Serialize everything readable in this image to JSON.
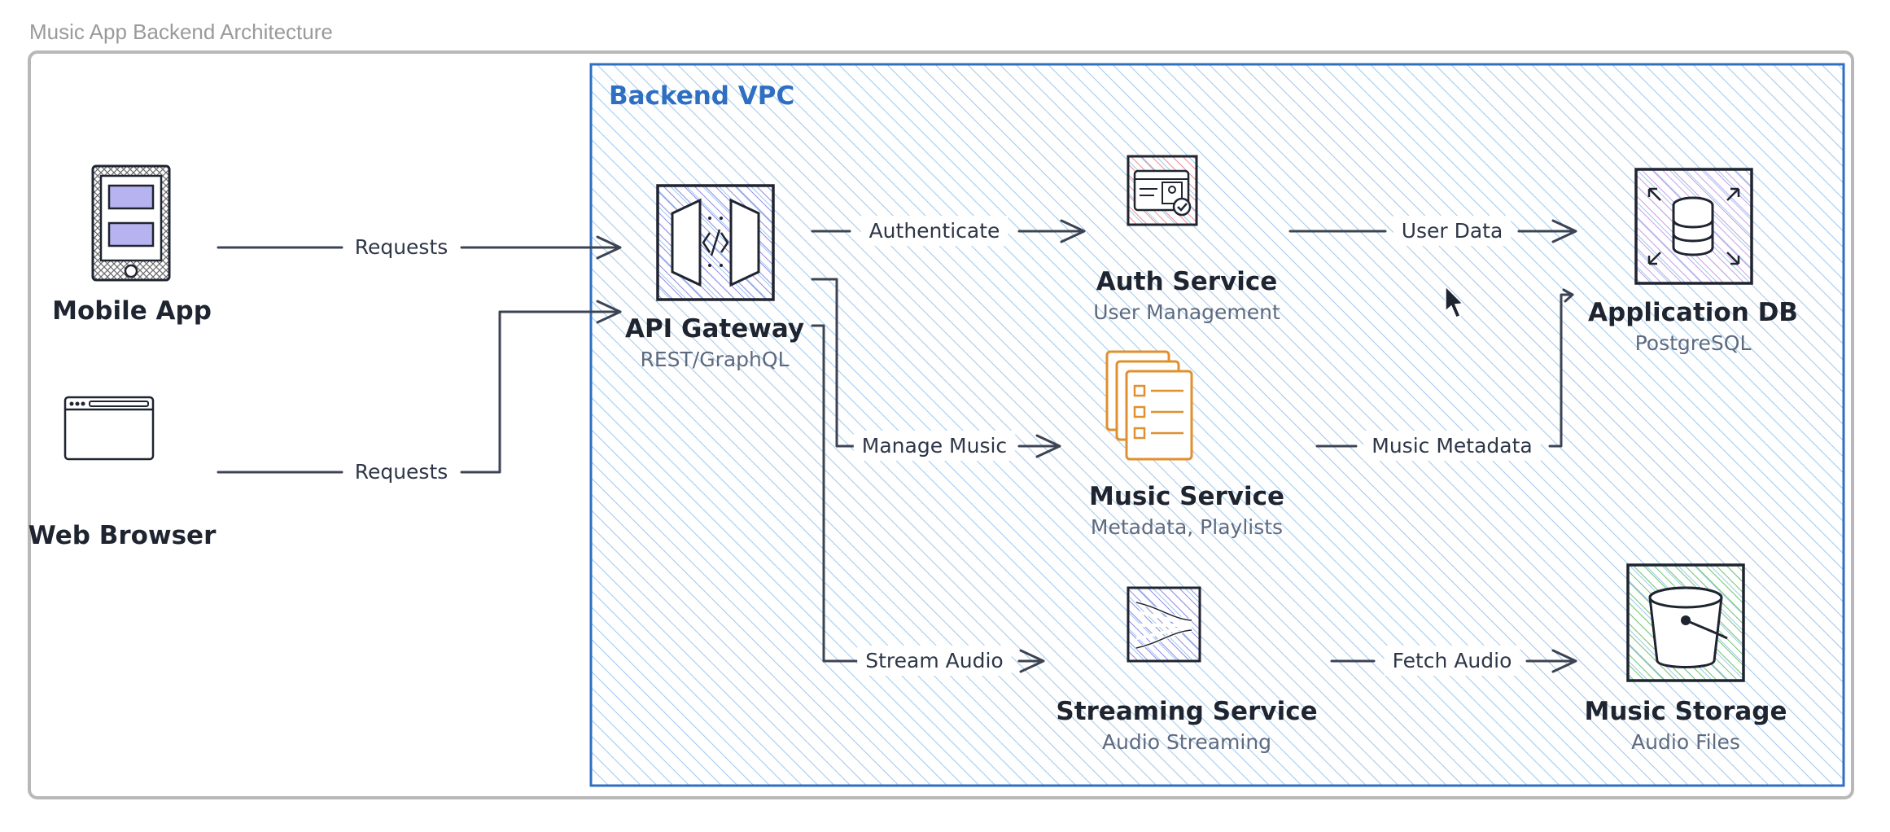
{
  "title": "Music App Backend Architecture",
  "vpc": {
    "label": "Backend VPC",
    "color": "#2f6fc2"
  },
  "clients": [
    {
      "id": "mobile",
      "title": "Mobile App",
      "icon": "mobile-phone-icon"
    },
    {
      "id": "web",
      "title": "Web Browser",
      "icon": "browser-window-icon"
    }
  ],
  "services": [
    {
      "id": "gateway",
      "title": "API Gateway",
      "subtitle": "REST/GraphQL",
      "icon": "api-gateway-icon"
    },
    {
      "id": "auth",
      "title": "Auth Service",
      "subtitle": "User Management",
      "icon": "identity-card-icon"
    },
    {
      "id": "music",
      "title": "Music Service",
      "subtitle": "Metadata, Playlists",
      "icon": "document-list-icon"
    },
    {
      "id": "streaming",
      "title": "Streaming Service",
      "subtitle": "Audio Streaming",
      "icon": "streaming-icon"
    },
    {
      "id": "db",
      "title": "Application DB",
      "subtitle": "PostgreSQL",
      "icon": "database-icon"
    },
    {
      "id": "storage",
      "title": "Music Storage",
      "subtitle": "Audio Files",
      "icon": "bucket-icon"
    }
  ],
  "edges": [
    {
      "id": "mobile-gateway",
      "label": "Requests"
    },
    {
      "id": "web-gateway",
      "label": "Requests"
    },
    {
      "id": "gateway-auth",
      "label": "Authenticate"
    },
    {
      "id": "gateway-music",
      "label": "Manage Music"
    },
    {
      "id": "gateway-streaming",
      "label": "Stream Audio"
    },
    {
      "id": "auth-db",
      "label": "User Data"
    },
    {
      "id": "music-db",
      "label": "Music Metadata"
    },
    {
      "id": "streaming-storage",
      "label": "Fetch Audio"
    }
  ],
  "colors": {
    "vpc_fill_hatch": "#9cc8ee",
    "gateway_fill": "#b7b3f0",
    "auth_fill": "#f2a3a3",
    "db_fill": "#d7b8f0",
    "storage_fill": "#9ed89e",
    "music_icon": "#e0902e",
    "line": "#3c4454"
  }
}
